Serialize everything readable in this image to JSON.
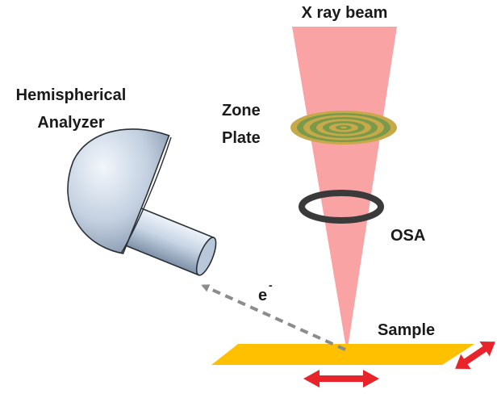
{
  "labels": {
    "xray_beam": "X ray beam",
    "zone_plate_line1": "Zone",
    "zone_plate_line2": "Plate",
    "analyzer_line1": "Hemispherical",
    "analyzer_line2": "Analyzer",
    "osa": "OSA",
    "sample": "Sample",
    "electron_symbol": "e",
    "electron_superscript": "-"
  },
  "colors": {
    "beam": "#f9a3a5",
    "zone_plate_ring": "#c8a94a",
    "zone_plate_gap": "#7a9a4a",
    "osa_ring": "#3a3a3a",
    "sample": "#ffc000",
    "motion_arrow": "#e8232a",
    "electron_path": "#8c8c8c",
    "analyzer_body": "#c9d6e6"
  }
}
